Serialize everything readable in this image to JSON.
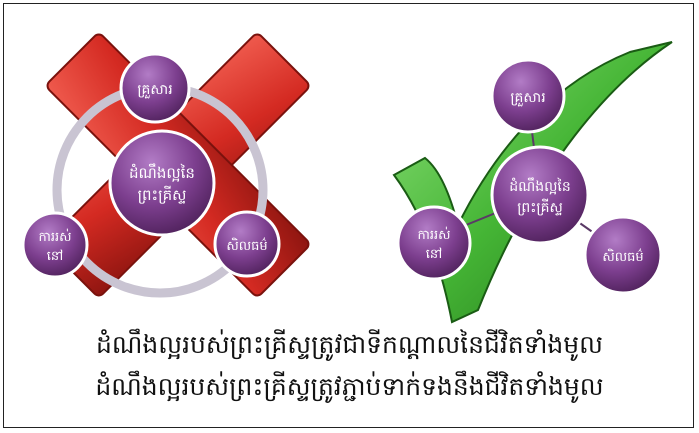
{
  "left_diagram": {
    "center": [
      "ដំណឹងល្អនៃ",
      "ព្រះគ្រីស្ទ"
    ],
    "top": [
      "គ្រួសារ"
    ],
    "left": [
      "ការរស់",
      "នៅ"
    ],
    "right": [
      "សិលធម៌"
    ]
  },
  "right_diagram": {
    "center": [
      "ដំណឹងល្អនៃ",
      "ព្រះគ្រីស្ទ"
    ],
    "top": [
      "គ្រួសារ"
    ],
    "left": [
      "ការរស់",
      "នៅ"
    ],
    "right": [
      "សិលធម៌"
    ]
  },
  "captions": {
    "line1": "ដំណឹងល្អរបស់ព្រះគ្រីស្ទត្រូវជាទីកណ្តាលនៃជីវិតទាំងមូល",
    "line2": "ដំណឹងល្អរបស់ព្រះគ្រីស្ទត្រូវភ្ជាប់ទាក់ទងនឹងជីវិតទាំងមូល"
  },
  "colors": {
    "x_mark": "#d8312b",
    "check_mark": "#48b83a",
    "node_purple": "#7d3f8f",
    "ring": "#c9c4d2",
    "connector": "#5a3a66"
  }
}
